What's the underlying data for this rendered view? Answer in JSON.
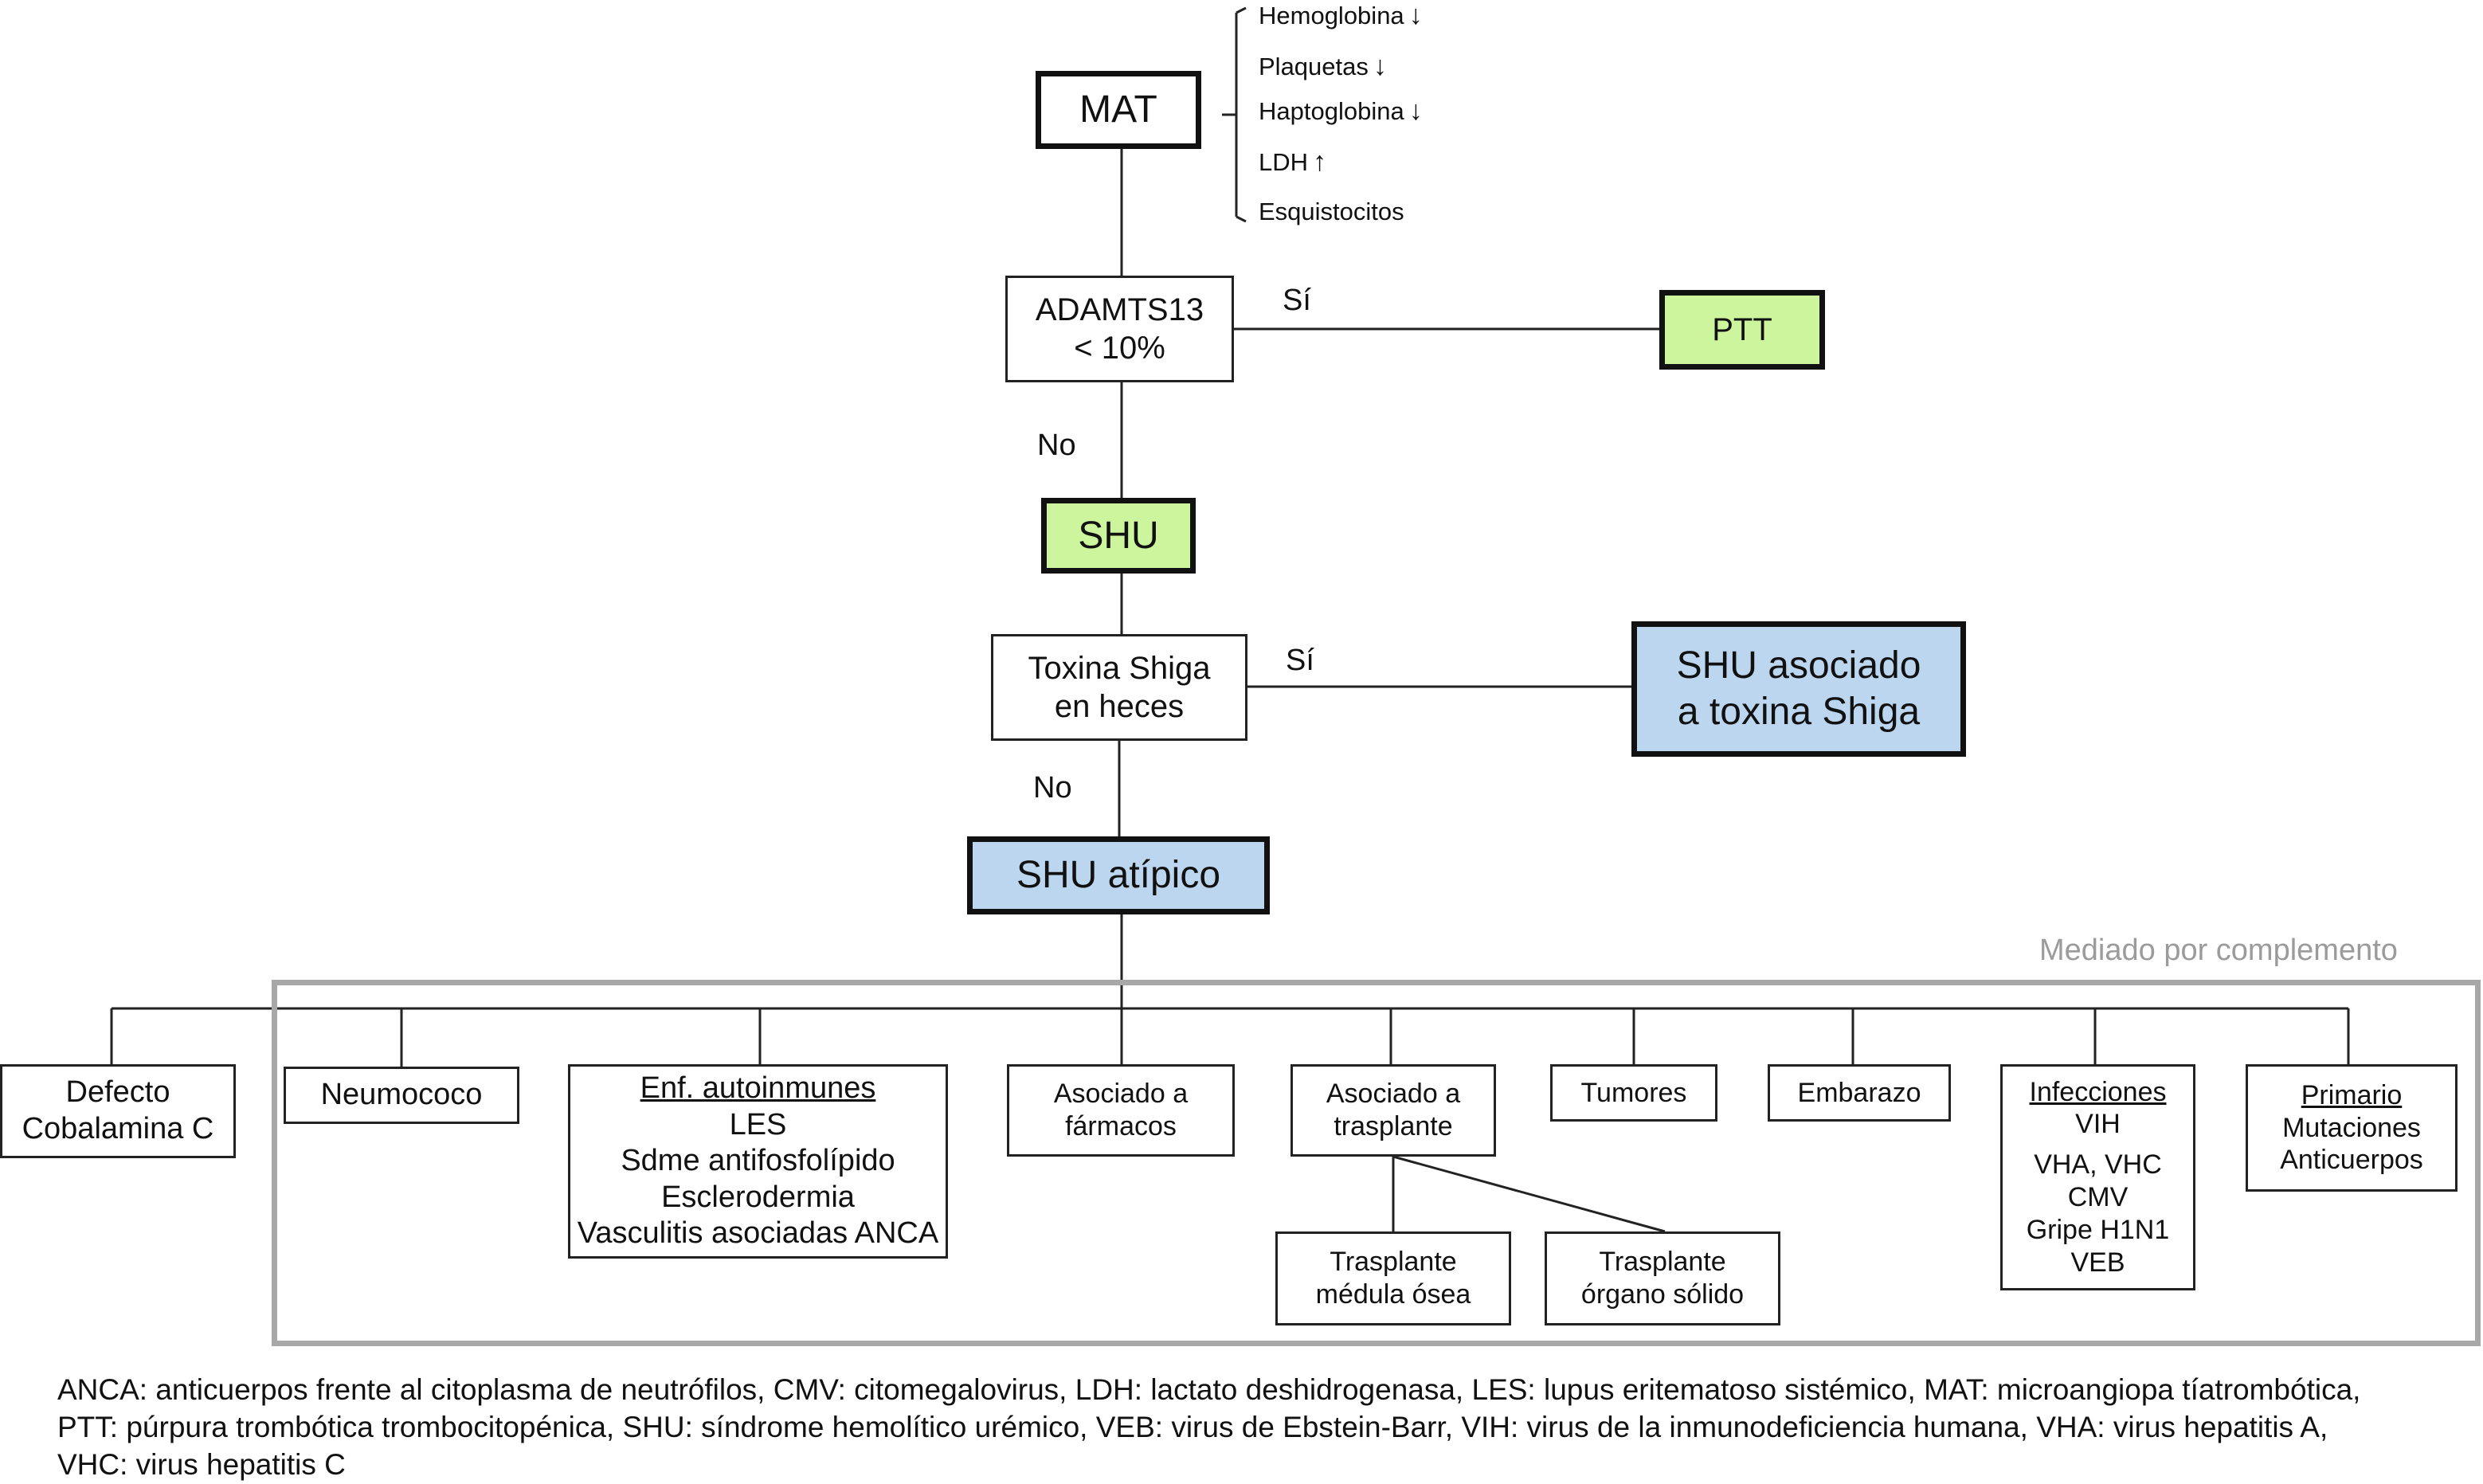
{
  "mat": {
    "label": "MAT",
    "criteria": [
      {
        "label": "Hemoglobina",
        "arrow": "↓"
      },
      {
        "label": "Plaquetas",
        "arrow": "↓"
      },
      {
        "label": "Haptoglobina",
        "arrow": "↓"
      },
      {
        "label": "LDH",
        "arrow": "↑"
      },
      {
        "label": "Esquistocitos",
        "arrow": ""
      }
    ]
  },
  "adamts": {
    "line1": "ADAMTS13",
    "line2": "< 10%",
    "yes": "Sí",
    "no": "No"
  },
  "ptt": {
    "label": "PTT"
  },
  "shu": {
    "label": "SHU"
  },
  "shiga": {
    "line1": "Toxina Shiga",
    "line2": "en heces",
    "yes": "Sí",
    "no": "No"
  },
  "shu_shiga": {
    "line1": "SHU asociado",
    "line2": "a toxina Shiga"
  },
  "shu_atipico": {
    "label": "SHU atípico"
  },
  "complement": {
    "label": "Mediado por complemento"
  },
  "causes": {
    "cobalamina": {
      "line1": "Defecto",
      "line2": "Cobalamina C"
    },
    "neumococo": {
      "label": "Neumococo"
    },
    "autoinmunes": {
      "title": "Enf. autoinmunes",
      "items": [
        "LES",
        "Sdme antifosfolípido",
        "Esclerodermia",
        "Vasculitis asociadas ANCA"
      ]
    },
    "farmacos": {
      "line1": "Asociado a",
      "line2": "fármacos"
    },
    "trasplante": {
      "line1": "Asociado a",
      "line2": "trasplante"
    },
    "tumores": {
      "label": "Tumores"
    },
    "embarazo": {
      "label": "Embarazo"
    },
    "infecciones": {
      "title": "Infecciones",
      "items": [
        "VIH",
        "VHA, VHC",
        "CMV",
        "Gripe H1N1",
        "VEB"
      ]
    },
    "primario": {
      "title": "Primario",
      "items": [
        "Mutaciones",
        "Anticuerpos"
      ]
    }
  },
  "trasplante_sub": {
    "medula": {
      "line1": "Trasplante",
      "line2": "médula ósea"
    },
    "organo": {
      "line1": "Trasplante",
      "line2": "órgano sólido"
    }
  },
  "footnote": "ANCA: anticuerpos frente al citoplasma de neutrófilos, CMV: citomegalovirus, LDH: lactato deshidrogenasa, LES: lupus eritematoso sistémico, MAT: microangiopa tíatrombótica,\nPTT: púrpura trombótica trombocitopénica, SHU: síndrome hemolítico urémico, VEB: virus de Ebstein-Barr, VIH: virus de la inmunodeficiencia humana, VHA: virus hepatitis A,\nVHC: virus hepatitis C"
}
